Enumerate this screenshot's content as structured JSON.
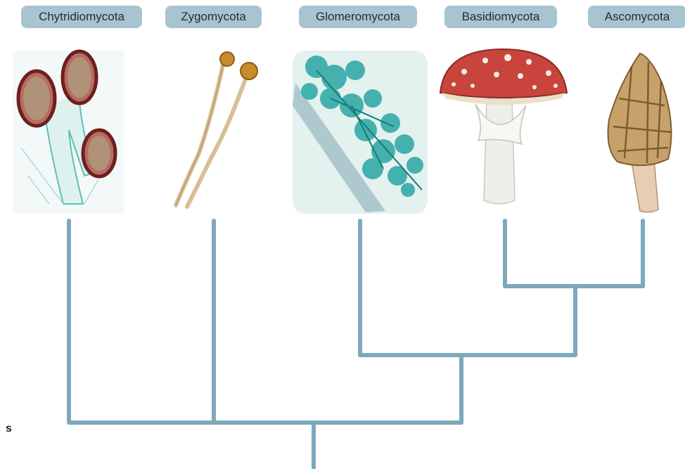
{
  "taxa": [
    {
      "name": "Chytridiomycota",
      "illustration": "chytrid-sporangia-icon"
    },
    {
      "name": "Zygomycota",
      "illustration": "zygomycete-sporangiophores-icon"
    },
    {
      "name": "Glomeromycota",
      "illustration": "arbuscular-mycorrhiza-icon"
    },
    {
      "name": "Basidiomycota",
      "illustration": "fly-agaric-mushroom-icon"
    },
    {
      "name": "Ascomycota",
      "illustration": "morel-icon"
    }
  ],
  "edge_fragment": "s",
  "colors": {
    "branch": "#7ea8bd",
    "label_bg": "#a9c4d1",
    "label_text": "#1f2d36",
    "chytrid_fill": "#8a2f2f",
    "zygo_stalk": "#d8bf97",
    "zygo_head": "#c98a2c",
    "glomero": "#2aa7a3",
    "amanita_cap": "#c8443c",
    "morel": "#c6a26a"
  }
}
